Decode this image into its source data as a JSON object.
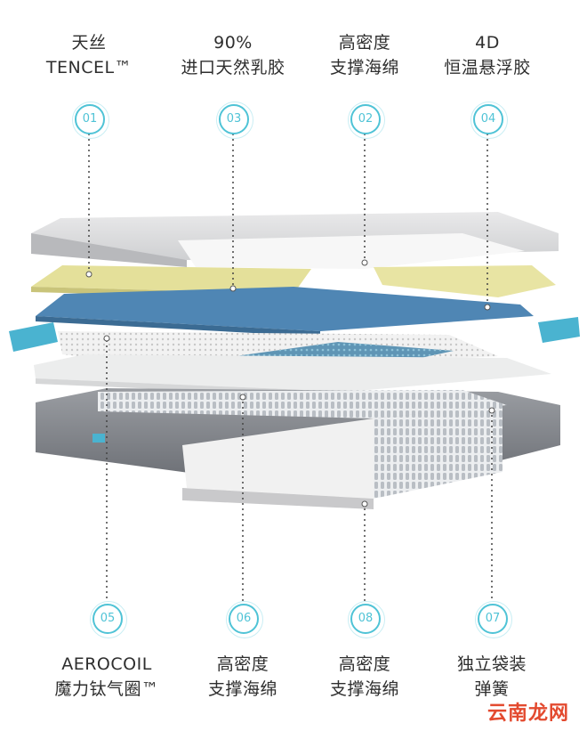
{
  "top_labels": [
    {
      "lines": [
        "天丝",
        "TENCEL™"
      ],
      "badge": "01"
    },
    {
      "lines": [
        "90%",
        "进口天然乳胶"
      ],
      "badge": "03"
    },
    {
      "lines": [
        "高密度",
        "支撑海绵"
      ],
      "badge": "02"
    },
    {
      "lines": [
        "4D",
        "恒温悬浮胶"
      ],
      "badge": "04"
    }
  ],
  "bottom_labels": [
    {
      "lines": [
        "AEROCOIL",
        "魔力钛气圈™"
      ],
      "badge": "05"
    },
    {
      "lines": [
        "高密度",
        "支撑海绵"
      ],
      "badge": "06"
    },
    {
      "lines": [
        "高密度",
        "支撑海绵"
      ],
      "badge": "08"
    },
    {
      "lines": [
        "独立袋装",
        "弹簧"
      ],
      "badge": "07"
    }
  ],
  "watermark": "云南龙网",
  "colors": {
    "accent": "#4fc3d6",
    "latex": "#e6e29c",
    "gel_blue": "#4f86b4",
    "frame_gray": "#8a8d92"
  }
}
